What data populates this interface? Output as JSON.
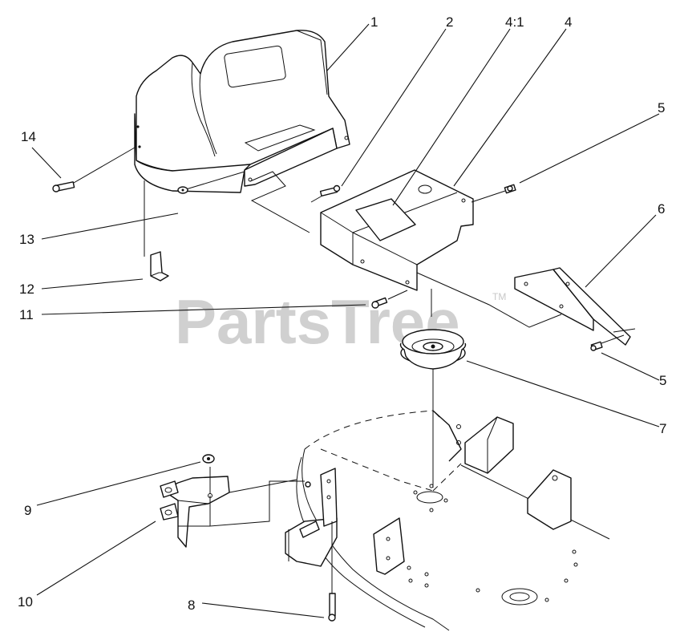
{
  "watermark": {
    "text": "PartsTree",
    "trademark": "TM"
  },
  "callouts": {
    "c1": "1",
    "c2": "2",
    "c4_1": "4:1",
    "c4": "4",
    "c5a": "5",
    "c5b": "5",
    "c6": "6",
    "c7": "7",
    "c8": "8",
    "c9": "9",
    "c10": "10",
    "c11": "11",
    "c12": "12",
    "c13": "13",
    "c14": "14"
  }
}
